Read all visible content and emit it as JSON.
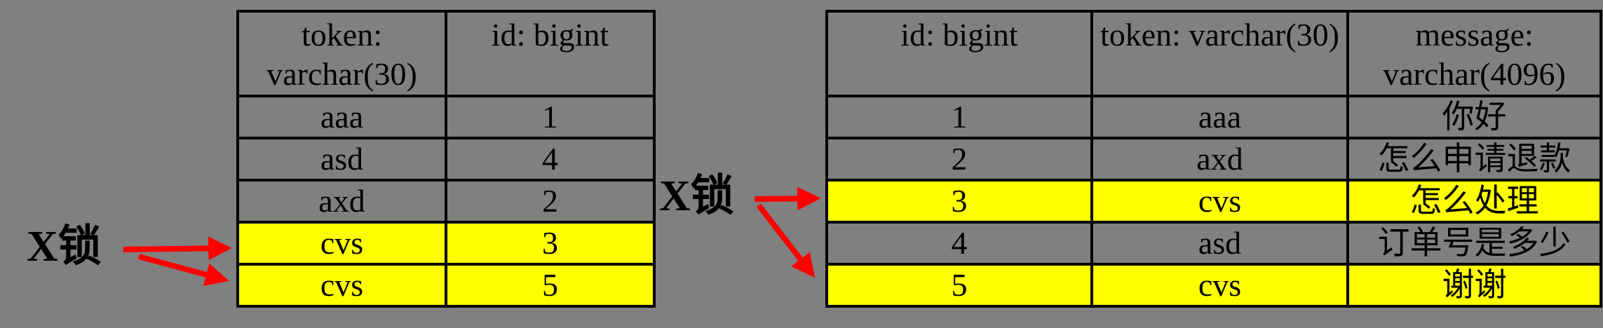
{
  "colors": {
    "background": "#808080",
    "highlight": "#FFFF00",
    "arrow": "#FF0000",
    "ink": "#000000"
  },
  "labels": {
    "left": {
      "text": "X锁"
    },
    "right": {
      "text": "X锁"
    }
  },
  "left_table": {
    "headers": [
      "token: varchar(30)",
      "id: bigint"
    ],
    "rows": [
      {
        "cells": [
          "aaa",
          "1"
        ],
        "highlighted": false
      },
      {
        "cells": [
          "asd",
          "4"
        ],
        "highlighted": false
      },
      {
        "cells": [
          "axd",
          "2"
        ],
        "highlighted": false
      },
      {
        "cells": [
          "cvs",
          "3"
        ],
        "highlighted": true
      },
      {
        "cells": [
          "cvs",
          "5"
        ],
        "highlighted": true
      }
    ]
  },
  "right_table": {
    "headers": [
      "id: bigint",
      "token: varchar(30)",
      "message: varchar(4096)"
    ],
    "rows": [
      {
        "cells": [
          "1",
          "aaa",
          "你好"
        ],
        "highlighted": false
      },
      {
        "cells": [
          "2",
          "axd",
          "怎么申请退款"
        ],
        "highlighted": false
      },
      {
        "cells": [
          "3",
          "cvs",
          "怎么处理"
        ],
        "highlighted": true
      },
      {
        "cells": [
          "4",
          "asd",
          "订单号是多少"
        ],
        "highlighted": false
      },
      {
        "cells": [
          "5",
          "cvs",
          "谢谢"
        ],
        "highlighted": true
      }
    ]
  }
}
